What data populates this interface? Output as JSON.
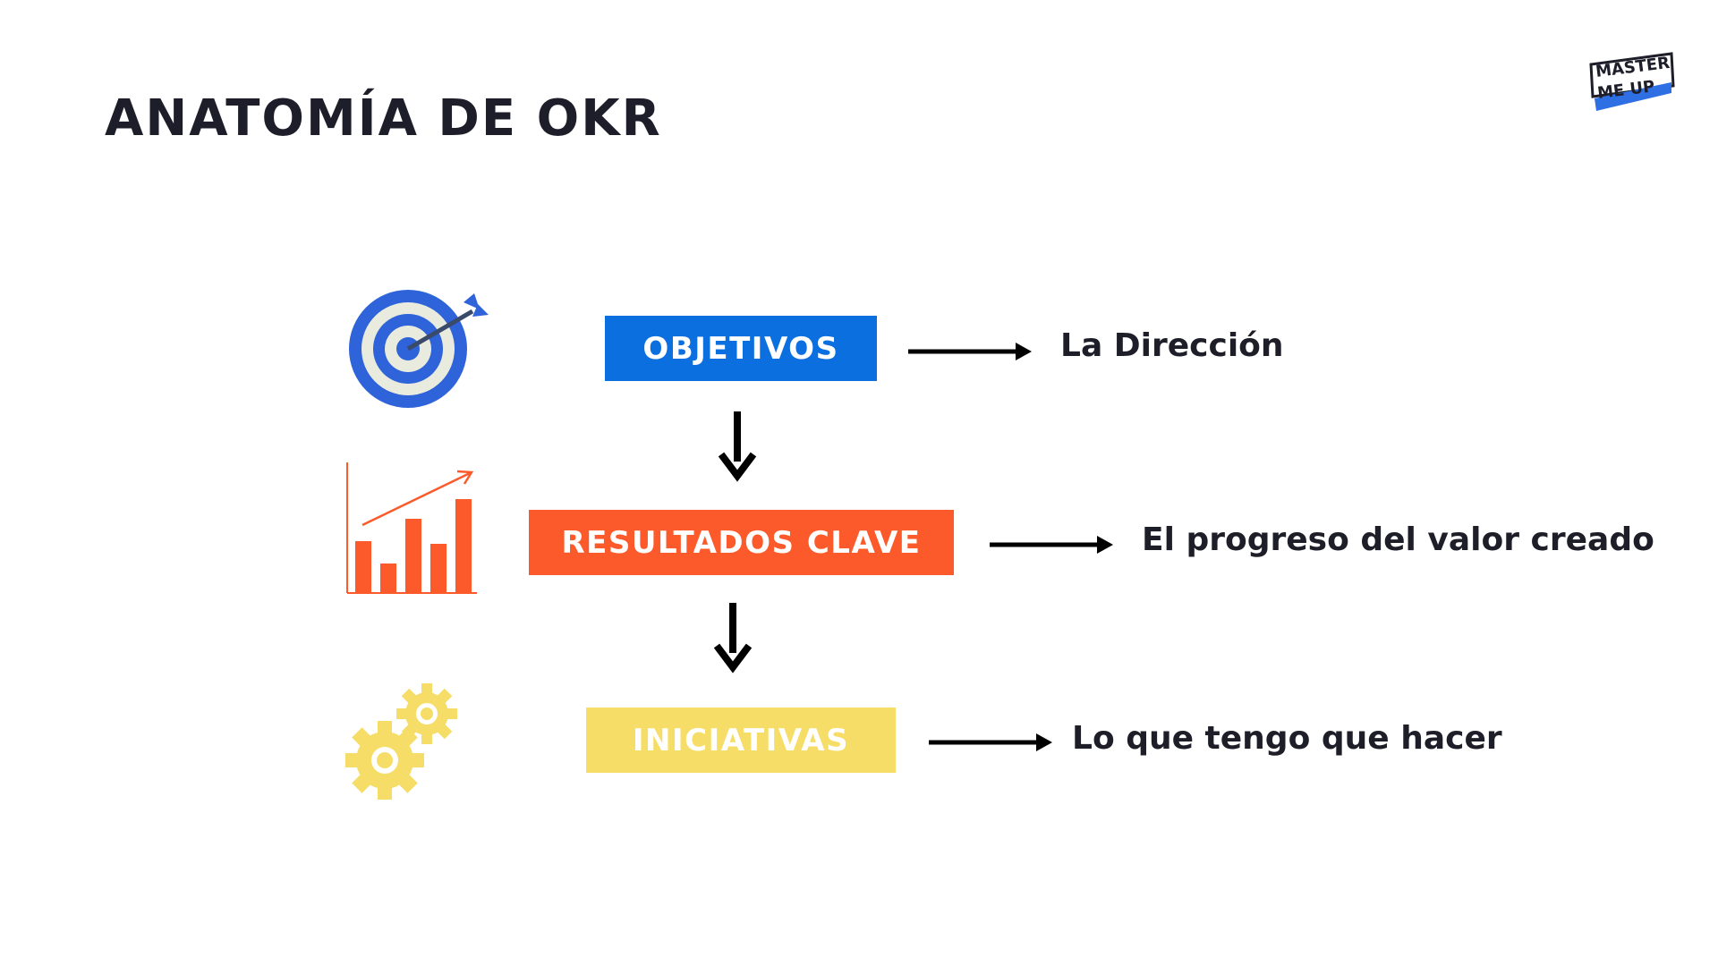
{
  "title": "ANATOMÍA DE OKR",
  "logo": {
    "line1": "MASTER",
    "line2": "ME UP"
  },
  "rows": [
    {
      "label": "OBJETIVOS",
      "description": "La Dirección",
      "icon": "target-icon",
      "color": "#0c6fe0"
    },
    {
      "label": "RESULTADOS CLAVE",
      "description": "El progreso del valor creado",
      "icon": "bar-chart-growth-icon",
      "color": "#fd5a2b"
    },
    {
      "label": "INICIATIVAS",
      "description": "Lo que tengo que hacer",
      "icon": "gears-icon",
      "color": "#f6dd67"
    }
  ]
}
